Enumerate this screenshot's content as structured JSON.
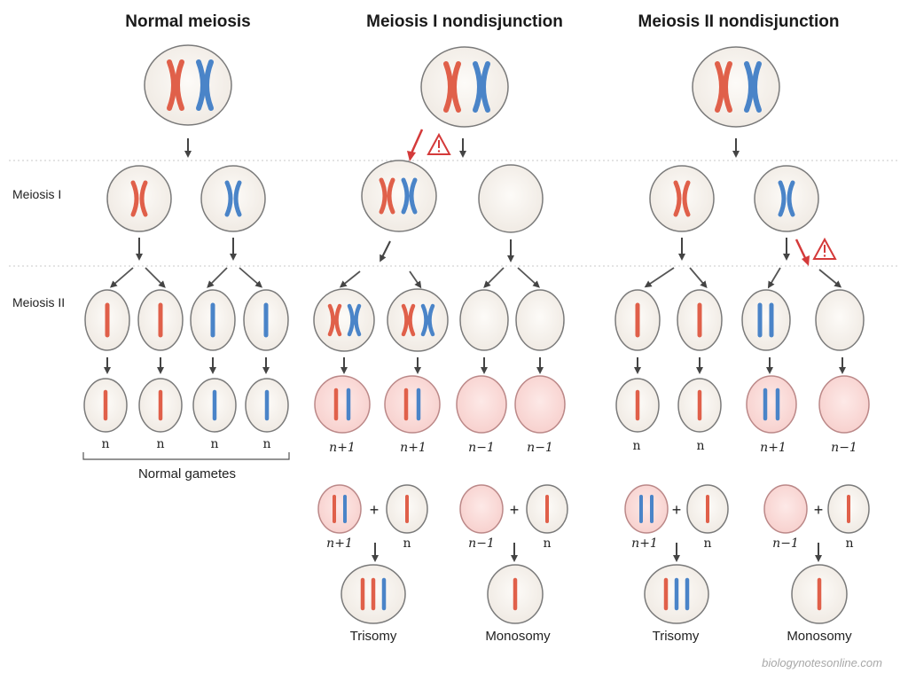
{
  "titles": {
    "normal": "Normal meiosis",
    "mi": "Meiosis I nondisjunction",
    "mii": "Meiosis II nondisjunction"
  },
  "rows": {
    "meiosis1": "Meiosis I",
    "meiosis2": "Meiosis II"
  },
  "labels": {
    "n": "n",
    "n_plus_1": "n+1",
    "n_minus_1": "n−1",
    "normal_gametes": "Normal gametes",
    "plus": "+",
    "trisomy": "Trisomy",
    "monosomy": "Monosomy"
  },
  "watermark": "biologynotesonline.com",
  "colors": {
    "red_chromosome": "#e0604a",
    "blue_chromosome": "#4a84c8",
    "cell_fill": "#f7f2ec",
    "abnormal_fill": "#fbdcda",
    "warning": "#d43a3a",
    "arrow": "#444444"
  }
}
